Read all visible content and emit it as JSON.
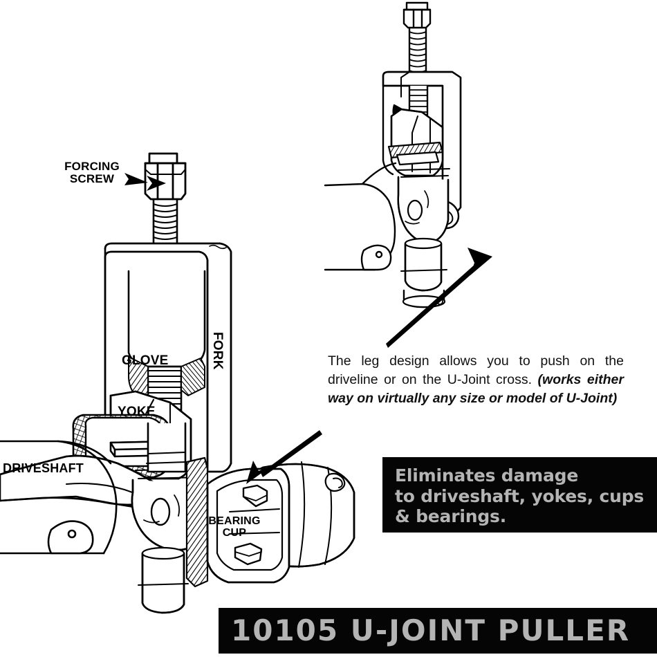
{
  "product": {
    "model": "10105",
    "name": "U-JOINT PULLER",
    "title_banner": "10105 U-JOINT PULLER"
  },
  "callouts": {
    "forcing_screw": "FORCING\nSCREW",
    "glove": "GLOVE",
    "yoke": "YOKE",
    "fork": "FORK",
    "driveshaft": "DRIVESHAFT",
    "bearing_cup": "BEARING\nCUP"
  },
  "description": {
    "plain": "The leg design allows you to push on the driveline or on the U-Joint cross. ",
    "emphasis": "(works either way on virtually any size or model of U-Joint)"
  },
  "benefit_banner": {
    "text": "Eliminates damage\nto driveshaft, yokes, cups\n& bearings."
  },
  "colors": {
    "background": "#ffffff",
    "ink": "#000000",
    "banner_background": "#050505",
    "banner_text": "#b4b4b4"
  },
  "figures": {
    "main": {
      "caption_role": "exploded-view-of-puller-installed-on-u-joint",
      "parts": [
        "forcing-screw",
        "frame",
        "fork",
        "glove",
        "yoke",
        "driveshaft",
        "bearing-cup"
      ]
    },
    "inset": {
      "caption_role": "puller-clamped-on-driveline-showing-leg-design",
      "parts": [
        "forcing-screw",
        "frame",
        "leg",
        "driveline",
        "u-joint-cross"
      ]
    }
  }
}
